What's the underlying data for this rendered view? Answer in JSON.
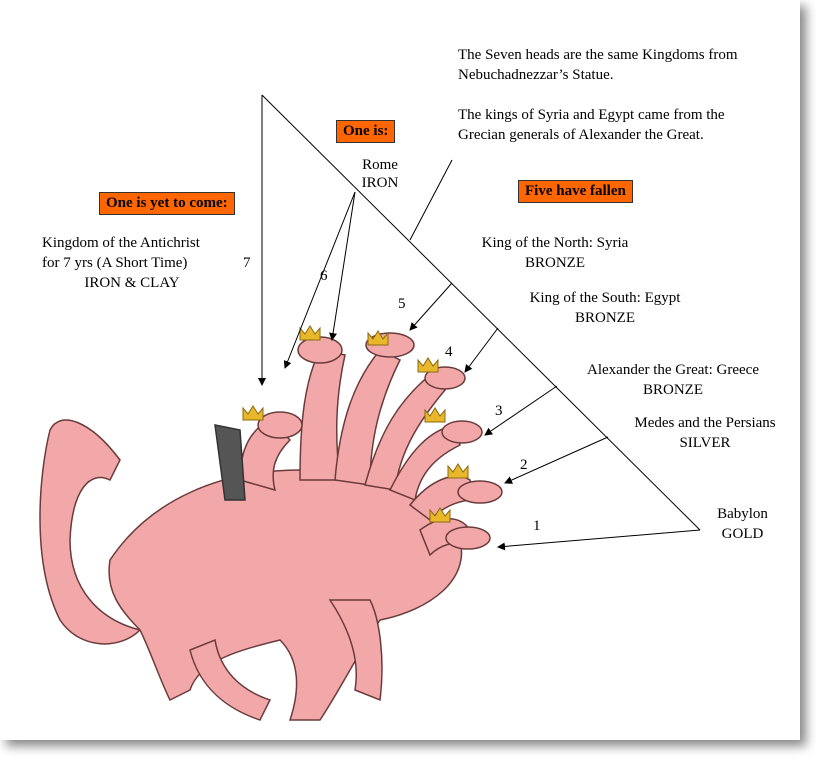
{
  "intro": {
    "line1": "The Seven heads are the same Kingdoms from",
    "line2": "Nebuchadnezzar’s Statue.",
    "line3": "The kings of Syria and Egypt came from the",
    "line4": "Grecian generals of Alexander the Great."
  },
  "labels": {
    "one_is": "One is:",
    "yet_to_come": "One is yet to come:",
    "five_fallen": "Five have fallen"
  },
  "kingdoms": {
    "rome": {
      "name": "Rome",
      "metal": "IRON"
    },
    "antichrist": {
      "line1": "Kingdom of the Antichrist",
      "line2": "for 7 yrs (A Short Time)",
      "metal": "IRON & CLAY"
    },
    "syria": {
      "name": "King of the North: Syria",
      "metal": "BRONZE"
    },
    "egypt": {
      "name": "King of the South: Egypt",
      "metal": "BRONZE"
    },
    "greece": {
      "name": "Alexander the Great: Greece",
      "metal": "BRONZE"
    },
    "persia": {
      "name": "Medes and the Persians",
      "metal": "SILVER"
    },
    "babylon": {
      "name": "Babylon",
      "metal": "GOLD"
    }
  },
  "numbers": [
    "1",
    "2",
    "3",
    "4",
    "5",
    "6",
    "7"
  ],
  "colors": {
    "label_box": "#ff6600",
    "dragon": "#f2a8a8",
    "crown": "#e8b82a"
  }
}
